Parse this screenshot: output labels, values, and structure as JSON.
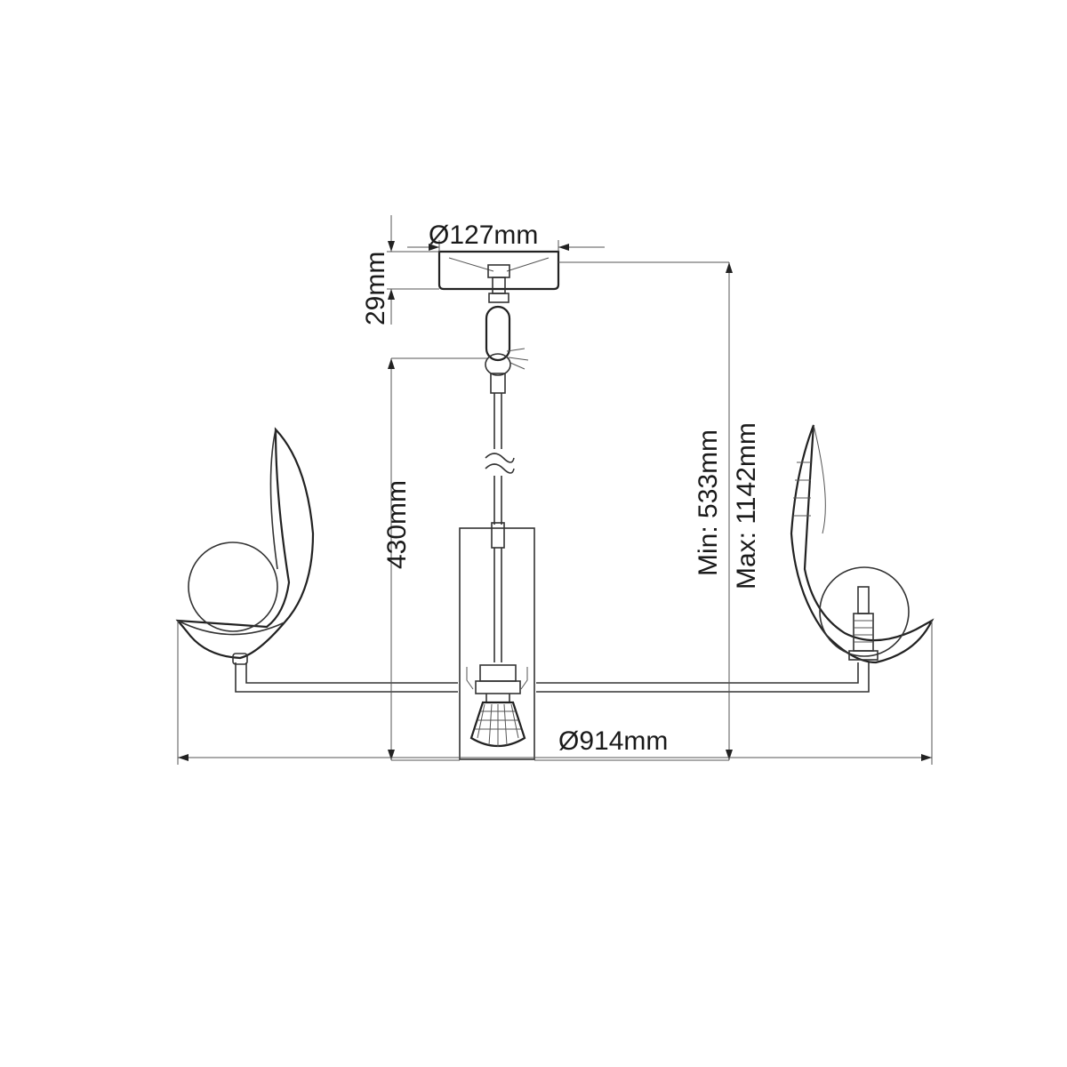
{
  "dimensions": {
    "canopy_diameter": "Ø127mm",
    "canopy_height": "29mm",
    "body_height": "430mm",
    "overall_min": "Min: 533mm",
    "overall_max": "Max: 1142mm",
    "overall_diameter": "Ø914mm"
  }
}
